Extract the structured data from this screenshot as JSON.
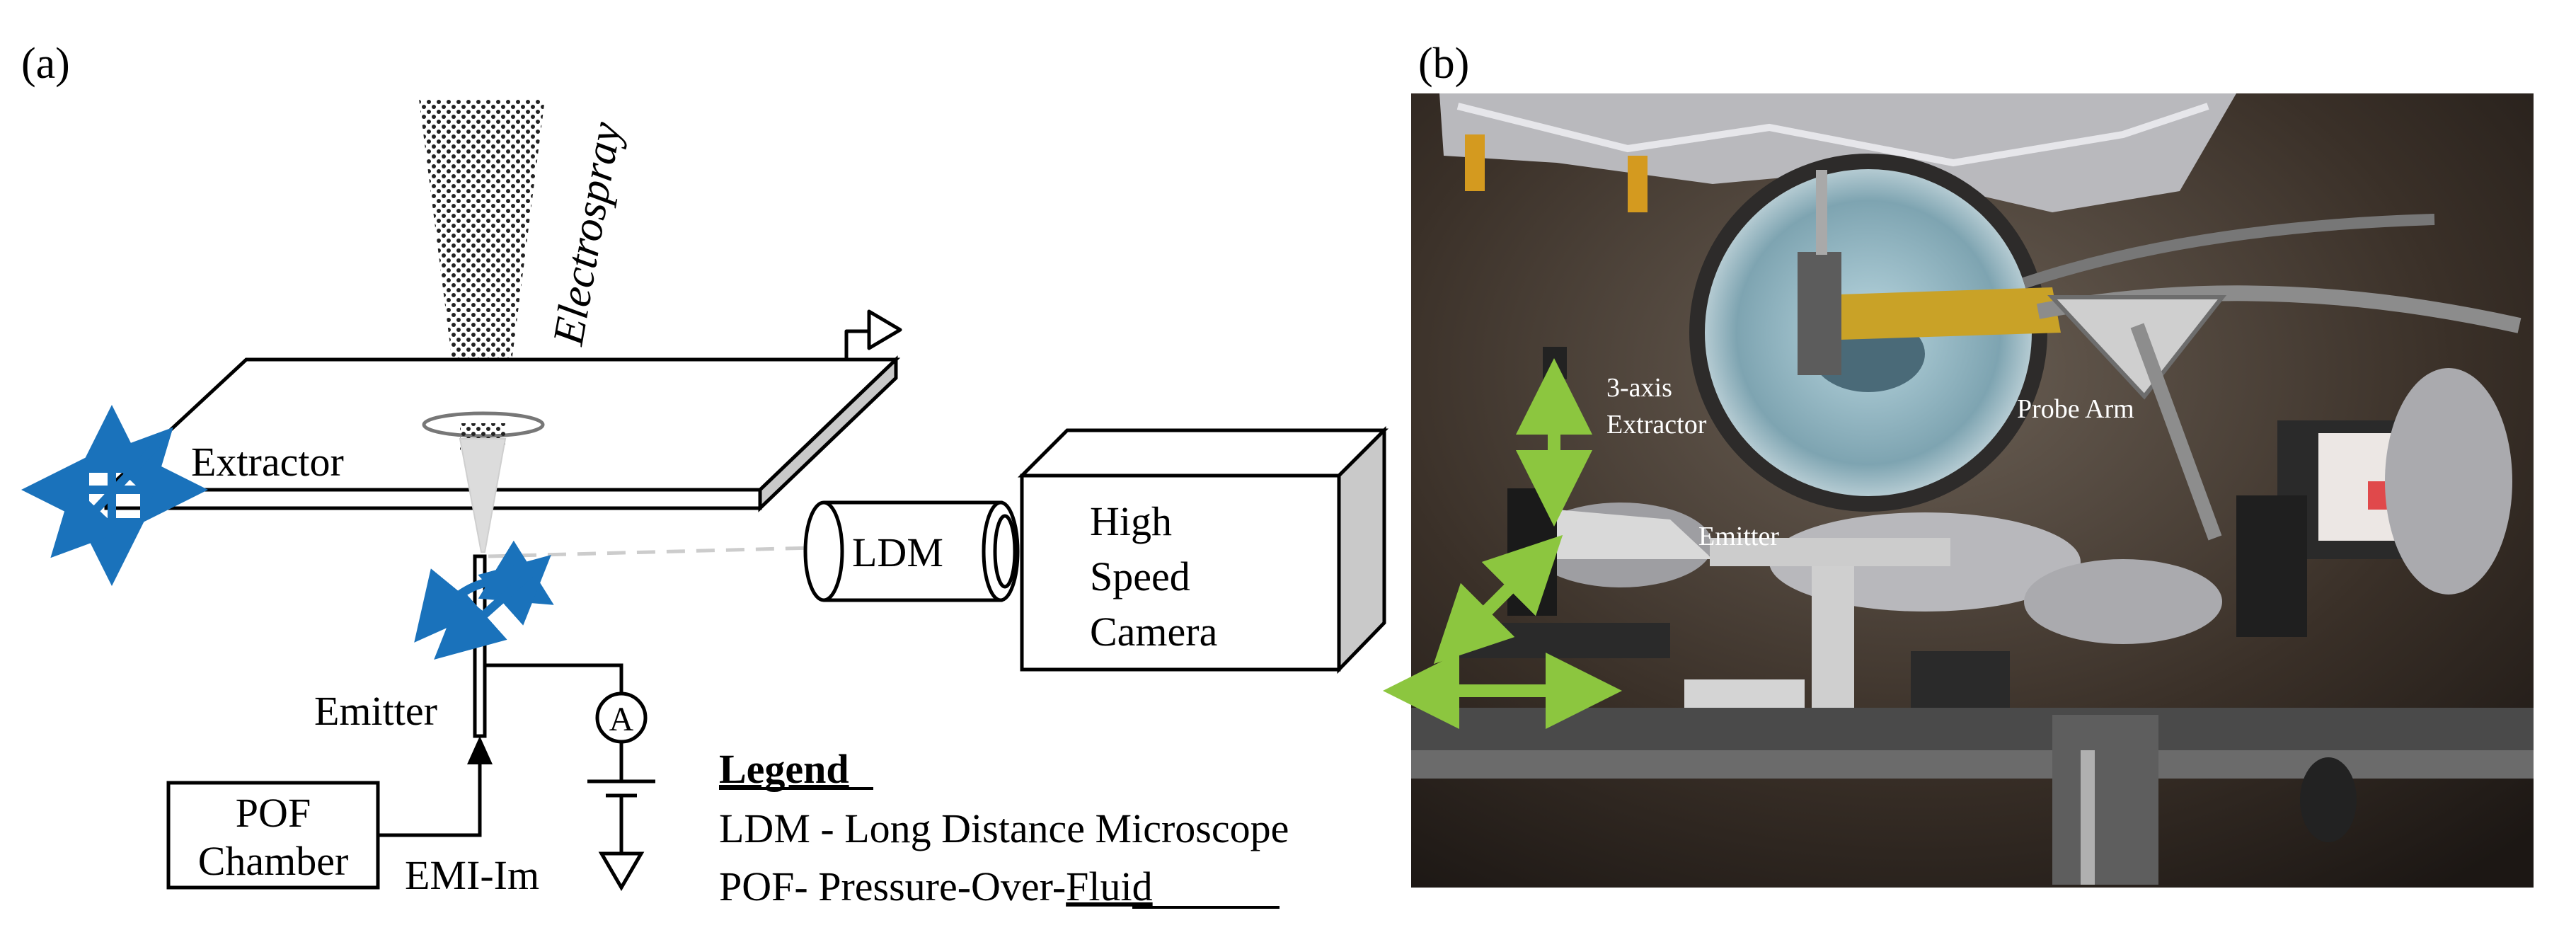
{
  "panel_a": {
    "label": "(a)",
    "electrospray_label": "Electrospray",
    "extractor_label": "Extractor",
    "ldm_label": "LDM",
    "camera_label_lines": [
      "High",
      "Speed",
      "Camera"
    ],
    "emitter_label": "Emitter",
    "ammeter_symbol": "A",
    "pof_label_lines": [
      "POF",
      "Chamber"
    ],
    "emi_label": "EMI-Im",
    "legend": {
      "title": "Legend",
      "line1": "LDM - Long Distance Microscope",
      "line2_prefix": "POF- Pressure-Over-",
      "line2_underlined": "Fluid"
    },
    "colors": {
      "arrow_blue": "#1a72bb",
      "line": "#000000",
      "beam": "#cccccc"
    }
  },
  "panel_b": {
    "label": "(b)",
    "extractor_label_lines": [
      "3-axis",
      "Extractor"
    ],
    "probe_arm_label": "Probe Arm",
    "emitter_label": "Emitter",
    "colors": {
      "arrow_green": "#8cc63f",
      "photo_bg": "#3a3028",
      "foil": "#b9b9bd",
      "brass": "#c9a227"
    }
  }
}
